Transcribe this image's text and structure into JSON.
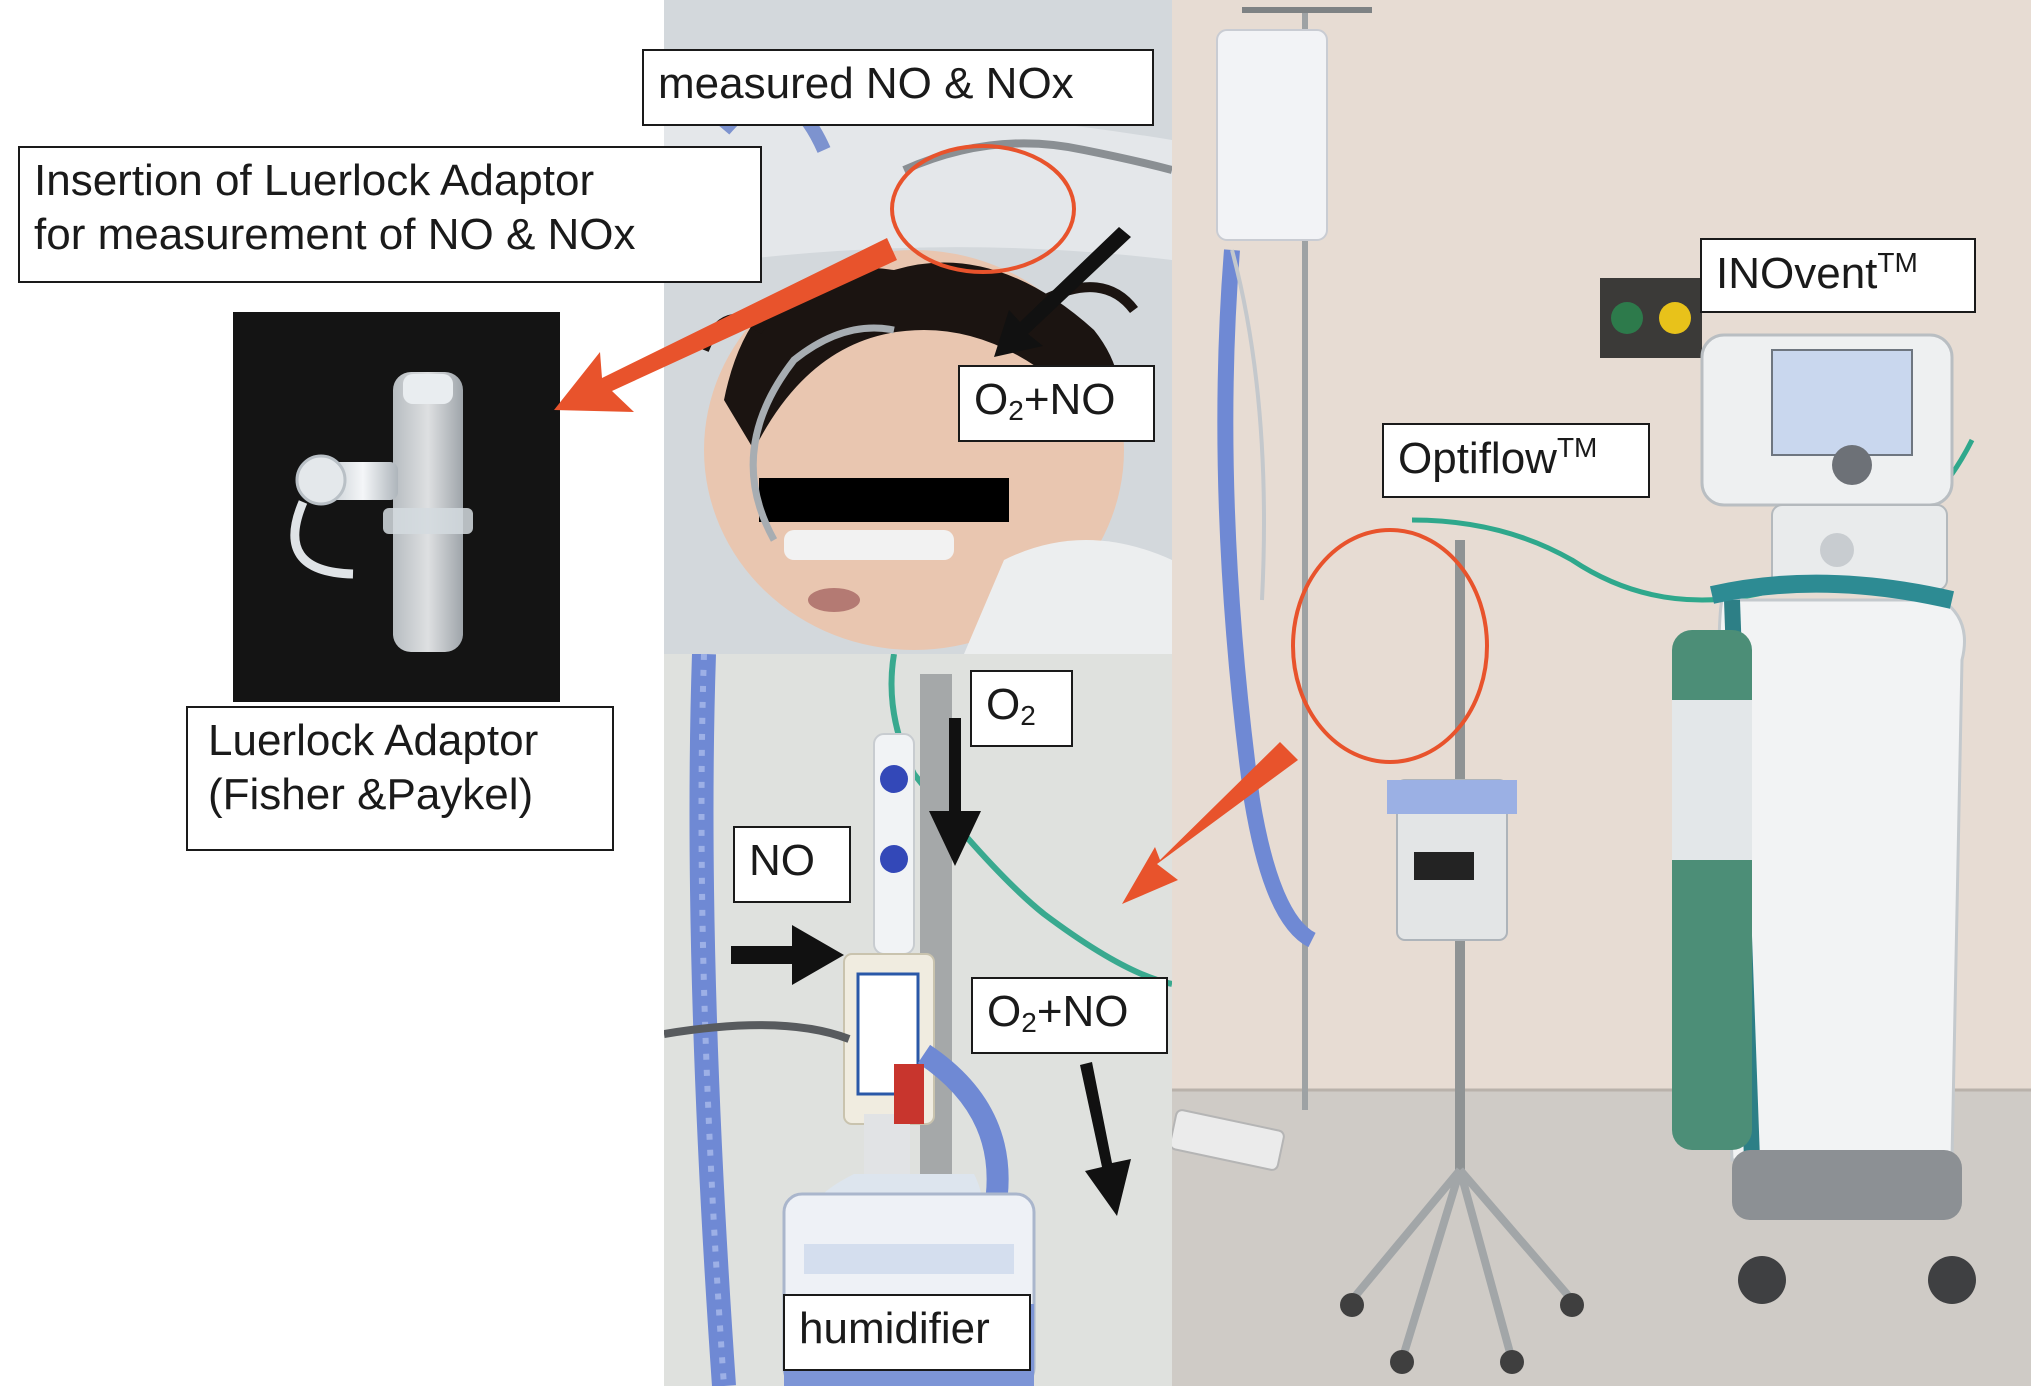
{
  "labels": {
    "measured": "measured NO & NOx",
    "insertion_line1": "Insertion of Luerlock Adaptor",
    "insertion_line2": "for measurement of NO & NOx",
    "o2_no_top_base": "O",
    "o2_no_top_sub": "2",
    "o2_no_top_rest": "+NO",
    "adaptor_line1": "Luerlock Adaptor",
    "adaptor_line2": "(Fisher &Paykel)",
    "o2_base": "O",
    "o2_sub": "2",
    "no": "NO",
    "o2_no_bottom_base": "O",
    "o2_no_bottom_sub": "2",
    "o2_no_bottom_rest": "+NO",
    "humidifier": "humidifier",
    "inovent_base": "INOvent",
    "inovent_sup": "TM",
    "optiflow_base": "Optiflow",
    "optiflow_sup": "TM"
  },
  "colors": {
    "highlight_circle": "#e8532c",
    "pointer_arrow": "#e8532c",
    "black_arrow": "#111111",
    "wall": "#e7dcd4",
    "bedsheet": "#d9dde0",
    "tube_blue": "#6a86d6",
    "tube_green": "#2fa88c"
  }
}
